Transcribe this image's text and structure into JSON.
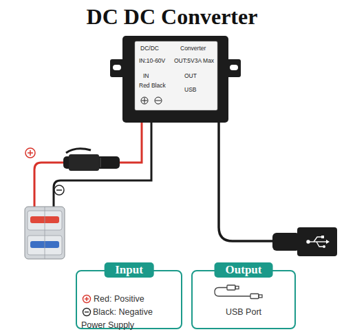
{
  "diagram": {
    "title": "DC DC Converter",
    "nodes": [
      {
        "text": [
          "DC/DC",
          "Converter",
          "IN:10-60V",
          "OUT:5V3A Max",
          "IN",
          "OUT",
          "Red Black",
          "USB"
        ]
      },
      {
        "text": [
          "Input",
          "Red: Positive",
          "Black: Negative Power Supply"
        ]
      },
      {
        "text": [
          "Output",
          "USB Port"
        ]
      }
    ]
  }
}
